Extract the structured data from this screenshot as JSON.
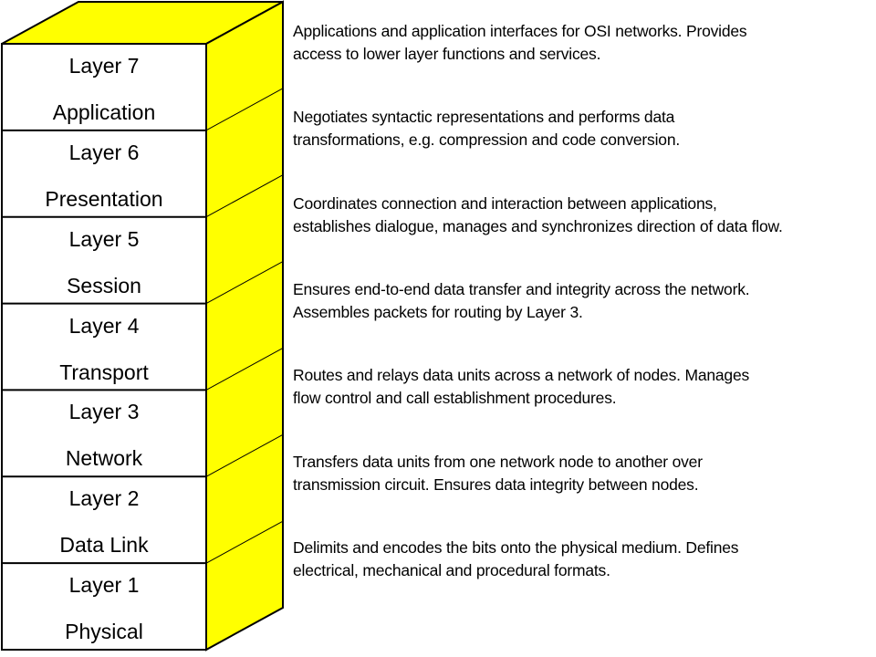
{
  "colors": {
    "box_fill": "#ffffff",
    "side_fill": "#ffff00",
    "outline": "#000000",
    "text": "#000000"
  },
  "layers": [
    {
      "number": "Layer 7",
      "name": "Application",
      "description": [
        "Applications and application interfaces for OSI networks. Provides",
        "access to lower layer functions and services."
      ]
    },
    {
      "number": "Layer 6",
      "name": "Presentation",
      "description": [
        "Negotiates syntactic representations and performs data",
        "transformations, e.g. compression and code conversion."
      ]
    },
    {
      "number": "Layer 5",
      "name": "Session",
      "description": [
        "Coordinates connection and interaction between applications,",
        "establishes dialogue, manages and synchronizes direction of data flow."
      ]
    },
    {
      "number": "Layer 4",
      "name": "Transport",
      "description": [
        "Ensures end-to-end data transfer and integrity across the network.",
        "Assembles packets for routing by Layer 3."
      ]
    },
    {
      "number": "Layer 3",
      "name": "Network",
      "description": [
        "Routes and relays data units across a network of nodes. Manages",
        "flow control and call establishment procedures."
      ]
    },
    {
      "number": "Layer 2",
      "name": "Data Link",
      "description": [
        "Transfers data units from one network node to another over",
        "transmission circuit. Ensures data integrity between nodes."
      ]
    },
    {
      "number": "Layer 1",
      "name": "Physical",
      "description": [
        "Delimits and encodes the bits onto the physical medium. Defines",
        "electrical, mechanical and procedural formats."
      ]
    }
  ]
}
